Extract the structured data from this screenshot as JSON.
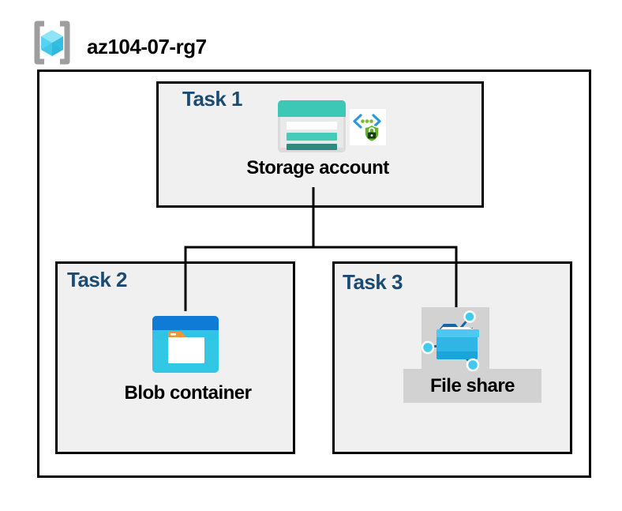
{
  "header": {
    "title": "az104-07-rg7",
    "icon": "resource-group-icon"
  },
  "diagram": {
    "tasks": [
      {
        "label": "Task 1",
        "caption": "Storage account",
        "icons": [
          "storage-account-icon",
          "sas-security-icon"
        ]
      },
      {
        "label": "Task 2",
        "caption": "Blob container",
        "icons": [
          "blob-container-icon"
        ]
      },
      {
        "label": "Task 3",
        "caption": "File share",
        "icons": [
          "file-share-icon"
        ]
      }
    ],
    "connections": [
      {
        "from": "Storage account",
        "to": "Blob container"
      },
      {
        "from": "Storage account",
        "to": "File share"
      }
    ]
  },
  "colors": {
    "task_label_navy": "#1B4A73",
    "task_box_fill": "#F0F0F0",
    "border_black": "#000000",
    "storage_teal": "#3CC8B4",
    "storage_teal_mid": "#45CBB8",
    "storage_teal_dark": "#2E8A7E",
    "storage_body_gray": "#DBDBDB",
    "blob_bar_blue": "#0F7BD7",
    "blob_body_cyan": "#2FC3E6",
    "folder_tab_orange": "#F0953A",
    "fileshare_bg_gray": "#D2D2D2",
    "fileshare_folder_cyan": "#2FB6E6",
    "fileshare_dark_blue": "#1565A8",
    "node_cyan": "#40C9F1",
    "shield_green": "#63B22C",
    "bracket_blue": "#2B99D9",
    "dot_green": "#7BBB2F",
    "rg_bracket_gray": "#9E9E9E",
    "rg_cube_light": "#8FE5F8",
    "rg_cube_mid": "#55D3F1",
    "rg_cube_dark": "#33BEE2"
  }
}
